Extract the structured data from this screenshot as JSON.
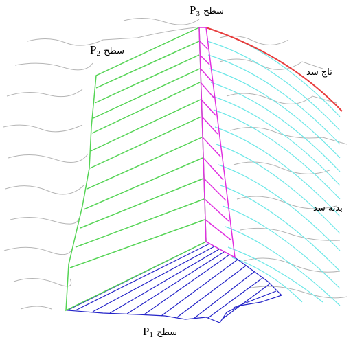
{
  "labels": {
    "p1": {
      "letter": "P",
      "sub": "1",
      "word": "سطح"
    },
    "p2": {
      "letter": "P",
      "sub": "2",
      "word": "سطح"
    },
    "p3": {
      "letter": "P",
      "sub": "3",
      "word": "سطح"
    },
    "crown": "تاج سد",
    "body": "بدنه سد"
  },
  "colors": {
    "terrain": "#b4b4b4",
    "p2_surface": "#55d455",
    "p3_surface": "#e030e0",
    "p1_surface": "#2424c8",
    "body_lines": "#6ee8e8",
    "crown_line": "#e83c3c"
  }
}
